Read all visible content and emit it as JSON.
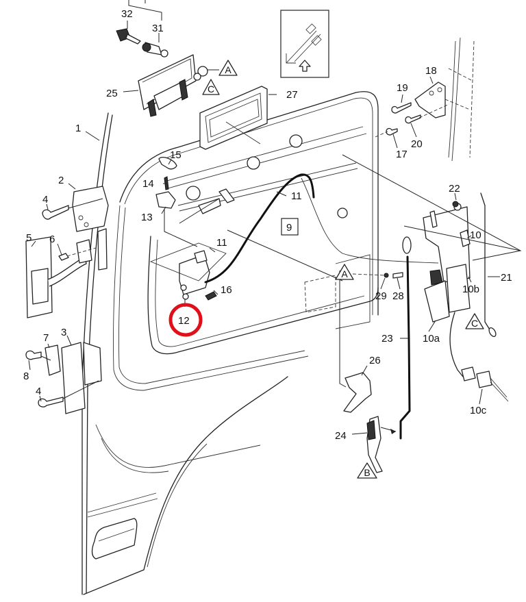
{
  "diagram": {
    "type": "exploded-parts-diagram",
    "subject": "Vehicle door, door lock and hinge assembly",
    "highlight_color": "#e0101a",
    "highlighted_part": "12",
    "part_labels": [
      {
        "id": "1",
        "text": "1"
      },
      {
        "id": "2",
        "text": "2"
      },
      {
        "id": "3",
        "text": "3"
      },
      {
        "id": "4a",
        "text": "4"
      },
      {
        "id": "4b",
        "text": "4"
      },
      {
        "id": "5",
        "text": "5"
      },
      {
        "id": "6",
        "text": "6"
      },
      {
        "id": "7",
        "text": "7"
      },
      {
        "id": "8",
        "text": "8"
      },
      {
        "id": "9",
        "text": "9"
      },
      {
        "id": "10",
        "text": "10"
      },
      {
        "id": "10a",
        "text": "10a"
      },
      {
        "id": "10b",
        "text": "10b"
      },
      {
        "id": "10c",
        "text": "10c"
      },
      {
        "id": "11a",
        "text": "11"
      },
      {
        "id": "11b",
        "text": "11"
      },
      {
        "id": "12",
        "text": "12"
      },
      {
        "id": "13",
        "text": "13"
      },
      {
        "id": "14",
        "text": "14"
      },
      {
        "id": "15",
        "text": "15"
      },
      {
        "id": "16",
        "text": "16"
      },
      {
        "id": "17",
        "text": "17"
      },
      {
        "id": "18",
        "text": "18"
      },
      {
        "id": "19",
        "text": "19"
      },
      {
        "id": "20",
        "text": "20"
      },
      {
        "id": "21",
        "text": "21"
      },
      {
        "id": "22",
        "text": "22"
      },
      {
        "id": "23",
        "text": "23"
      },
      {
        "id": "24",
        "text": "24"
      },
      {
        "id": "25",
        "text": "25"
      },
      {
        "id": "26",
        "text": "26"
      },
      {
        "id": "27",
        "text": "27"
      },
      {
        "id": "28",
        "text": "28"
      },
      {
        "id": "29",
        "text": "29"
      },
      {
        "id": "31",
        "text": "31"
      },
      {
        "id": "32",
        "text": "32"
      }
    ],
    "reference_markers": [
      {
        "id": "A-top",
        "text": "A"
      },
      {
        "id": "C-top",
        "text": "C"
      },
      {
        "id": "A-mid",
        "text": "A"
      },
      {
        "id": "C-right",
        "text": "C"
      },
      {
        "id": "B-bottom",
        "text": "B"
      }
    ],
    "orientation_icon": "front-direction-arrow-icon"
  }
}
